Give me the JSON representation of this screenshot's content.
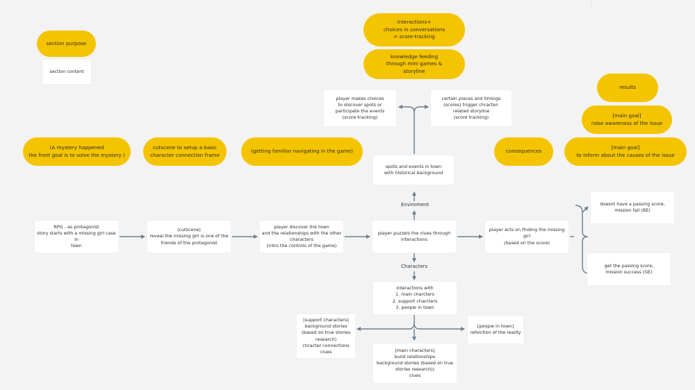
{
  "legend": {
    "purpose": "section purpose",
    "content": "section content"
  },
  "pills": {
    "mystery": "(A mystery happened\nthe front goal is to solve the mystery )",
    "cutscene_setup": "cutscene to setup a basic\ncharacter connection frame",
    "familiar": "(getting familiar navigating in the game)",
    "interactions_choices": "interactions+\nchoices in conversations\n= score-tracking",
    "knowledge_feeding": "knowledge feeding\nthrough mini games &\nstoryline",
    "consequences": "consequences",
    "results": "results",
    "goal_awareness": "[main goal]\nraise awareness of the issue",
    "goal_inform": "[main goal]\nto inform about the causes of the issue"
  },
  "boxes": {
    "rpg": "RPG - as protagonist\nstory starts with a missing girl case in\ntown",
    "cutscene": "(cutscene)\nreveal the missing girl is one of the\nfriends of the protagonist",
    "discover_town": "player discover the town\nand the relationships with the other\ncharacters\n(intro the controls of the game)",
    "puzzles": "player puzzels the clues through\ninteractions",
    "acts": "player acts on finding the missing girl\n(based on the score)",
    "fail": "doesnt have a passing score,\nmission fail (BE)",
    "success": "get the passing score,\nmission success (GE)",
    "spots_events": "spots and events in town\nwith historical background",
    "choices": "player makes choices\nto discover spots or\nparticipate the events\n(score-tracking)",
    "places_timings": "certain places and timings\n(scores) trigger chracter-\nrelated storyline\n(score tracking)",
    "interactions_with": "interactions with\n1. main charcters\n2. support charcters\n3. people in town",
    "support_chars": "[support characters]\nbackground stories\n(based on true stories\nresearch)\nchracter connections\nclues",
    "people_town": "[people in town]\nrefelction of the reality",
    "main_chars": "[main characters]\nbuild relationships\nbackground stories (based on true\nstories research))\nclues"
  },
  "labels": {
    "environment": "Enviroment",
    "characters": "Characters"
  },
  "colors": {
    "pill": "#f5c400",
    "box": "#ffffff",
    "arrow": "#6f7d8c",
    "background": "#f3f3f3"
  }
}
